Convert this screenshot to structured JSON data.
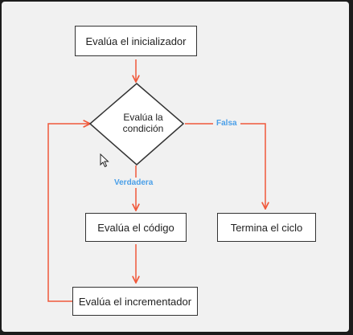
{
  "nodes": {
    "initializer": "Evalúa el inicializador",
    "condition_line1": "Evalúa la",
    "condition_line2": "condición",
    "code": "Evalúa el código",
    "incrementer": "Evalúa el incrementador",
    "end_loop": "Termina el ciclo"
  },
  "edges": {
    "false_label": "Falsa",
    "true_label": "Verdadera"
  },
  "colors": {
    "arrow": "#f0583a",
    "label": "#4a9fe8"
  }
}
